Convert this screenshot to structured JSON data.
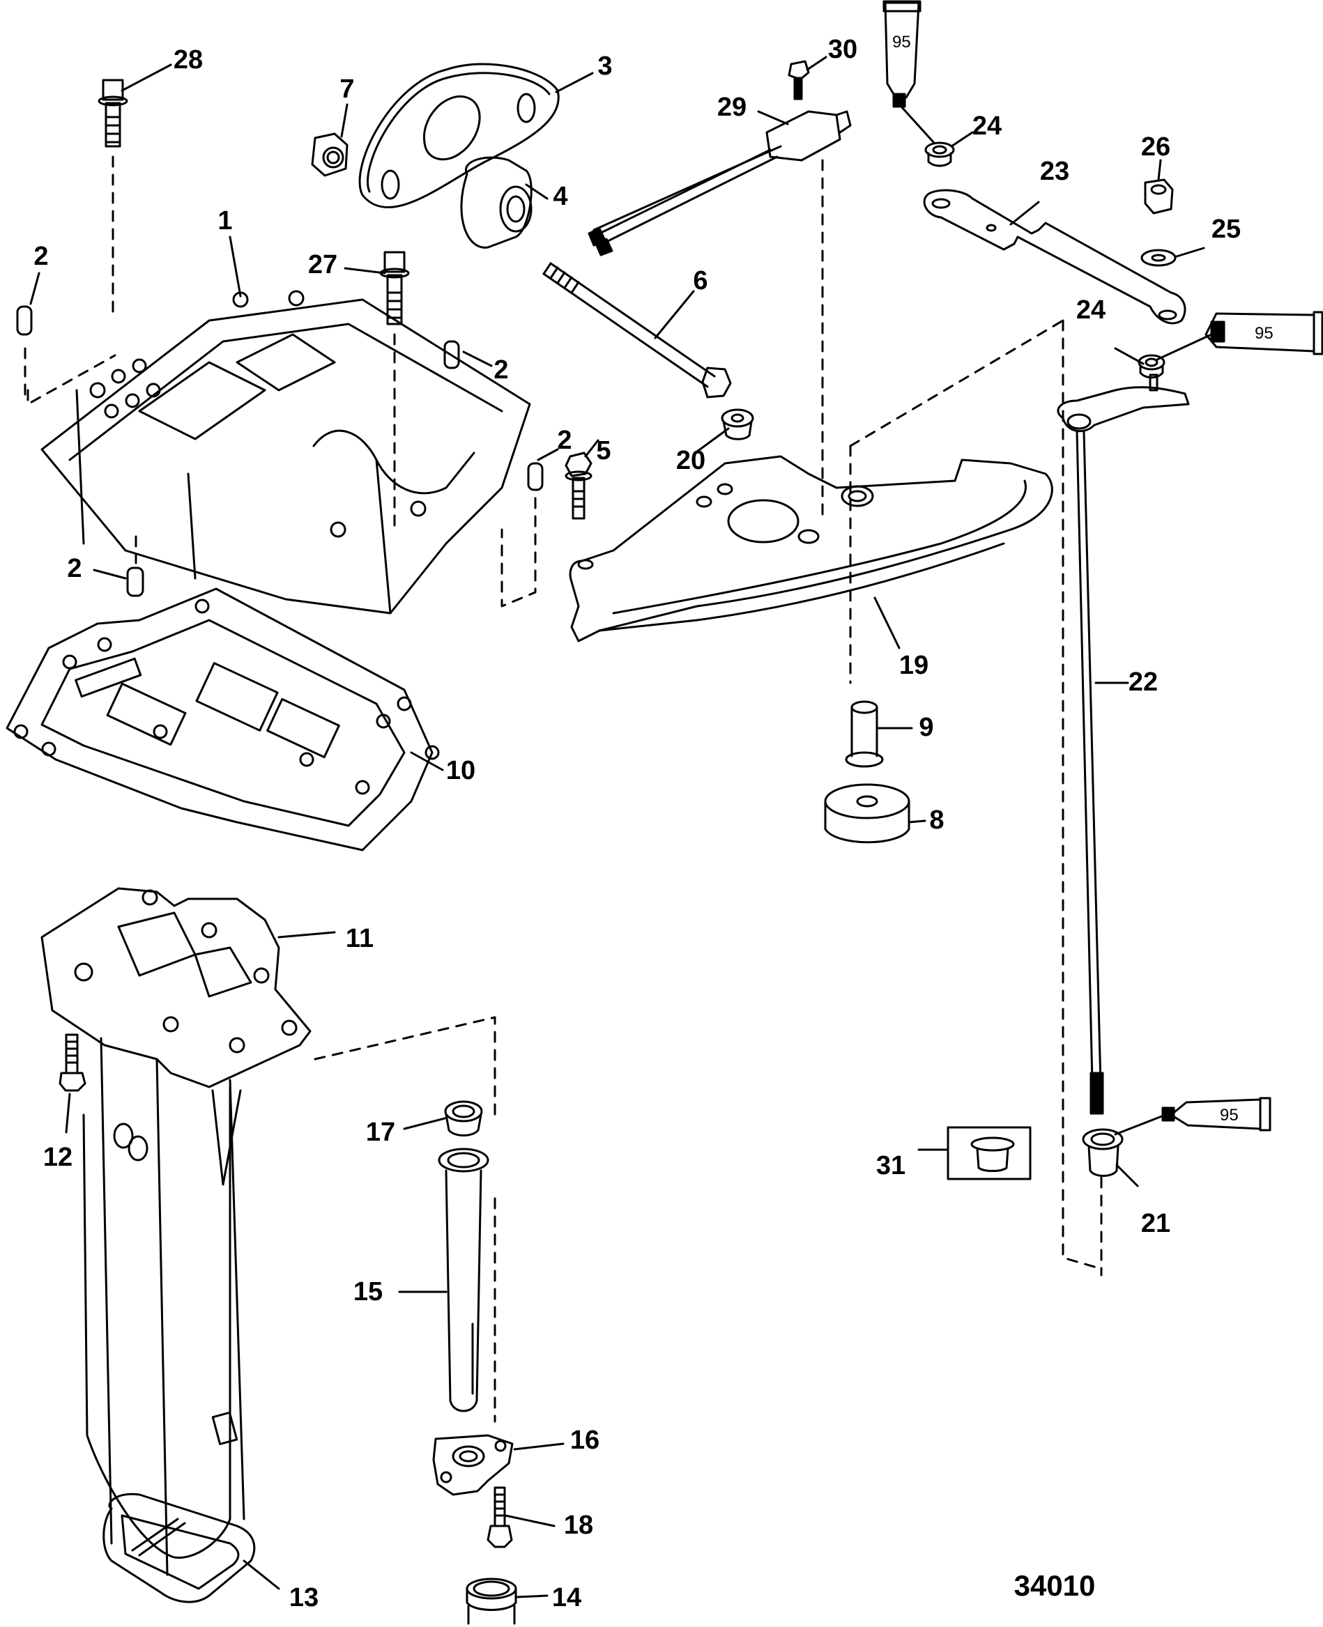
{
  "figure": {
    "id": "34010",
    "colors": {
      "ink": "#000000",
      "background": "#ffffff"
    },
    "lubricant_tube_label": "95"
  },
  "callouts": [
    {
      "id": "c28",
      "label": "28",
      "part": "bolt"
    },
    {
      "id": "c7",
      "label": "7",
      "part": "nut"
    },
    {
      "id": "c3",
      "label": "3",
      "part": "mount-plate"
    },
    {
      "id": "c30",
      "label": "30",
      "part": "screw"
    },
    {
      "id": "c29",
      "label": "29",
      "part": "switch-with-leads"
    },
    {
      "id": "c24a",
      "label": "24",
      "part": "bushing"
    },
    {
      "id": "c26",
      "label": "26",
      "part": "nut"
    },
    {
      "id": "c23",
      "label": "23",
      "part": "link-arm"
    },
    {
      "id": "c25",
      "label": "25",
      "part": "washer"
    },
    {
      "id": "c4",
      "label": "4",
      "part": "mount"
    },
    {
      "id": "c1",
      "label": "1",
      "part": "adapter-plate"
    },
    {
      "id": "c2a",
      "label": "2",
      "part": "dowel-pin"
    },
    {
      "id": "c27",
      "label": "27",
      "part": "bolt"
    },
    {
      "id": "c6",
      "label": "6",
      "part": "through-bolt"
    },
    {
      "id": "c24b",
      "label": "24",
      "part": "bushing"
    },
    {
      "id": "c2b",
      "label": "2",
      "part": "dowel-pin"
    },
    {
      "id": "c5",
      "label": "5",
      "part": "bolt"
    },
    {
      "id": "c20",
      "label": "20",
      "part": "grommet"
    },
    {
      "id": "c2c",
      "label": "2",
      "part": "dowel-pin"
    },
    {
      "id": "c2d",
      "label": "2",
      "part": "dowel-pin"
    },
    {
      "id": "c19",
      "label": "19",
      "part": "cover"
    },
    {
      "id": "c22",
      "label": "22",
      "part": "shift-shaft"
    },
    {
      "id": "c9",
      "label": "9",
      "part": "sleeve"
    },
    {
      "id": "c10",
      "label": "10",
      "part": "gasket"
    },
    {
      "id": "c8",
      "label": "8",
      "part": "mount-bushing"
    },
    {
      "id": "c11",
      "label": "11",
      "part": "driveshaft-housing"
    },
    {
      "id": "c12",
      "label": "12",
      "part": "bolt"
    },
    {
      "id": "c17",
      "label": "17",
      "part": "grommet"
    },
    {
      "id": "c31",
      "label": "31",
      "part": "bushing-kit"
    },
    {
      "id": "c21",
      "label": "21",
      "part": "bushing"
    },
    {
      "id": "c15",
      "label": "15",
      "part": "water-tube"
    },
    {
      "id": "c16",
      "label": "16",
      "part": "water-tube-holder"
    },
    {
      "id": "c18",
      "label": "18",
      "part": "screw"
    },
    {
      "id": "c13",
      "label": "13",
      "part": "seal"
    },
    {
      "id": "c14",
      "label": "14",
      "part": "grommet"
    }
  ]
}
